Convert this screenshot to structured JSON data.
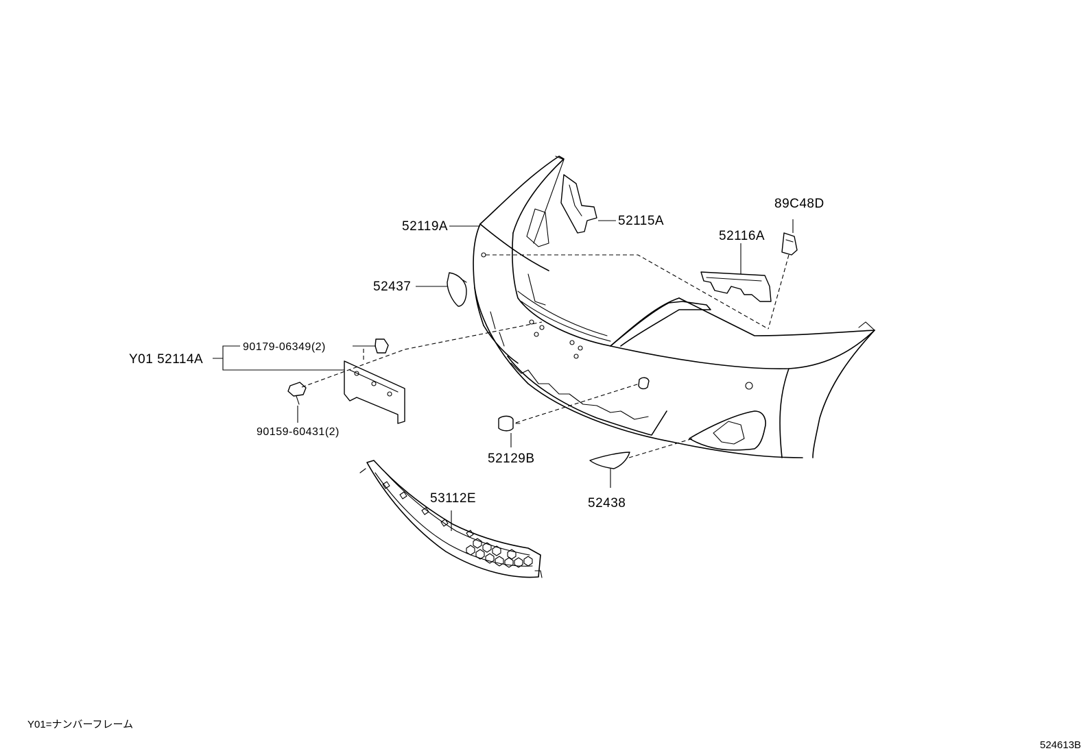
{
  "parts": {
    "p52119A": "52119A",
    "p52115A": "52115A",
    "p89C48D": "89C48D",
    "p52116A": "52116A",
    "p52437": "52437",
    "p52114A": "Y01  52114A",
    "p90179": "90179-06349(2)",
    "p90159": "90159-60431(2)",
    "p52129B": "52129B",
    "p52438": "52438",
    "p53112E": "53112E"
  },
  "footnote": "Y01=ナンバーフレーム",
  "diagram_id": "524613B"
}
